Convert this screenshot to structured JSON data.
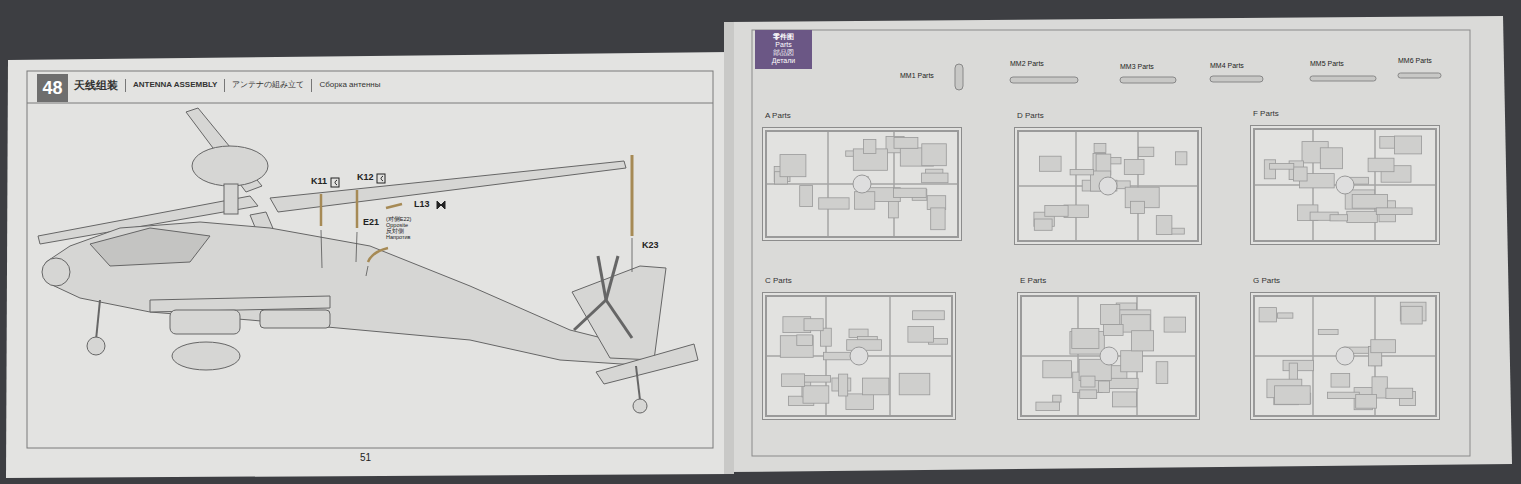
{
  "diagram": {
    "nodes": [
      {
        "text": [
          "48"
        ]
      },
      {
        "text": [
          "零件图",
          "Parts",
          "部品図",
          "Детали"
        ]
      },
      {
        "text": [
          "A Parts"
        ]
      },
      {
        "text": [
          "D Parts"
        ]
      },
      {
        "text": [
          "F Parts"
        ]
      },
      {
        "text": [
          "C Parts"
        ]
      },
      {
        "text": [
          "E Parts"
        ]
      },
      {
        "text": [
          "G Parts"
        ]
      }
    ],
    "labels": [
      "天线组装",
      "ANTENNA ASSEMBLY",
      "アンテナの組み立て",
      "Сборка антенны",
      "K11",
      "K12",
      "L13",
      "E21",
      "(对侧E22)",
      "Opposite",
      "反対側",
      "Напротив",
      "K23",
      "51",
      "MM1 Parts",
      "MM2 Parts",
      "MM3 Parts",
      "MM4 Parts",
      "MM5 Parts",
      "MM6 Parts"
    ]
  }
}
